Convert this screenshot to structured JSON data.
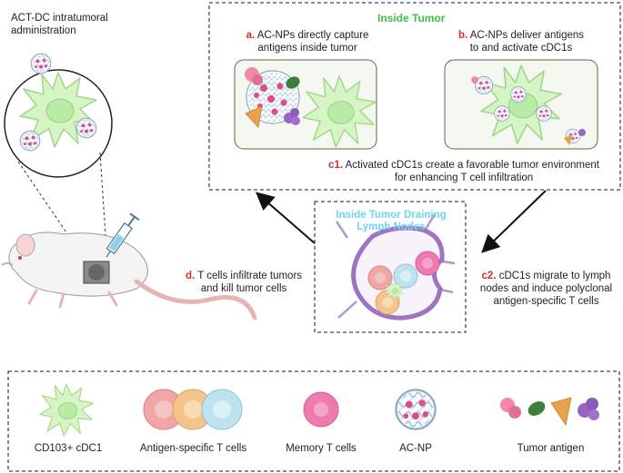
{
  "left_label": {
    "line1": "ACT-DC intratumoral",
    "line2": "administration"
  },
  "inside_tumor": {
    "title": "Inside Tumor",
    "a": {
      "letter": "a.",
      "line1": "AC-NPs directly capture",
      "line2": "antigens inside tumor"
    },
    "b": {
      "letter": "b.",
      "line1": "AC-NPs deliver antigens",
      "line2": "to and activate cDC1s"
    },
    "c1": {
      "letter": "c1.",
      "line1": "Activated cDC1s create a favorable tumor environment",
      "line2": "for enhancing T cell infiltration"
    }
  },
  "lymph": {
    "title_line1": "Inside Tumor Draining",
    "title_line2": "Lymph Nodes"
  },
  "d": {
    "letter": "d.",
    "line1": "T cells infiltrate tumors",
    "line2": "and kill tumor cells"
  },
  "c2": {
    "letter": "c2.",
    "line1": "cDC1s migrate to lymph",
    "line2": "nodes and induce polyclonal",
    "line3": "antigen-specific T cells"
  },
  "legend": {
    "cdc1": "CD103+ cDC1",
    "t_cells": "Antigen-specific T cells",
    "memory": "Memory T cells",
    "acnp": "AC-NP",
    "antigen": "Tumor antigen"
  },
  "colors": {
    "dc_fill": "#d6f5c4",
    "dc_stroke": "#9ccc7e",
    "dc_nucleus": "#a8e59a",
    "box_border": "#3a4a6b",
    "accent_red": "#d62f2f",
    "title_green": "#3fc24a",
    "title_cyan": "#6fd6f0",
    "tcell_pink": "#f2a5a5",
    "tcell_orange": "#f5c48a",
    "tcell_blue": "#bfe2ef",
    "memory_pink": "#ee7ab0",
    "node_purple": "#a076c4"
  }
}
